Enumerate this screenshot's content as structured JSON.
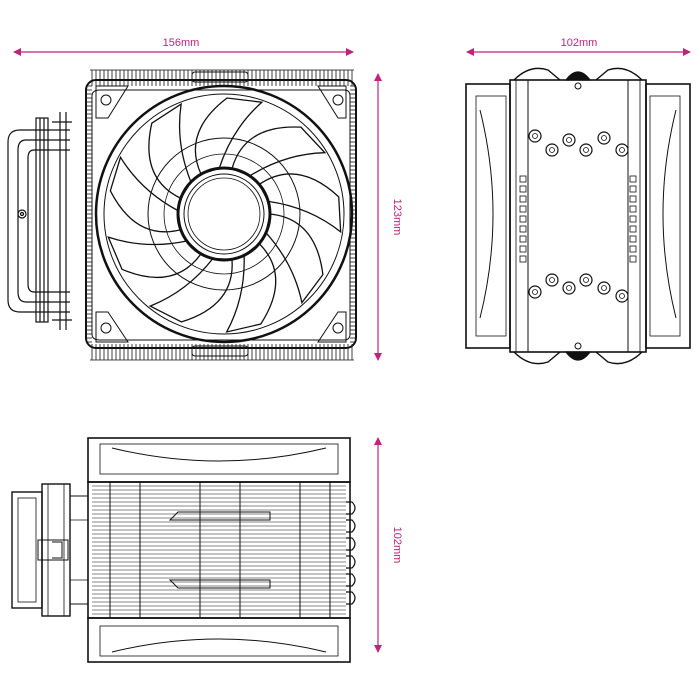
{
  "accent_color": "#c0237e",
  "line_color": "#111111",
  "dimensions": {
    "top_width": "156mm",
    "top_height": "123mm",
    "side_width": "102mm",
    "bottom_height": "102mm"
  }
}
